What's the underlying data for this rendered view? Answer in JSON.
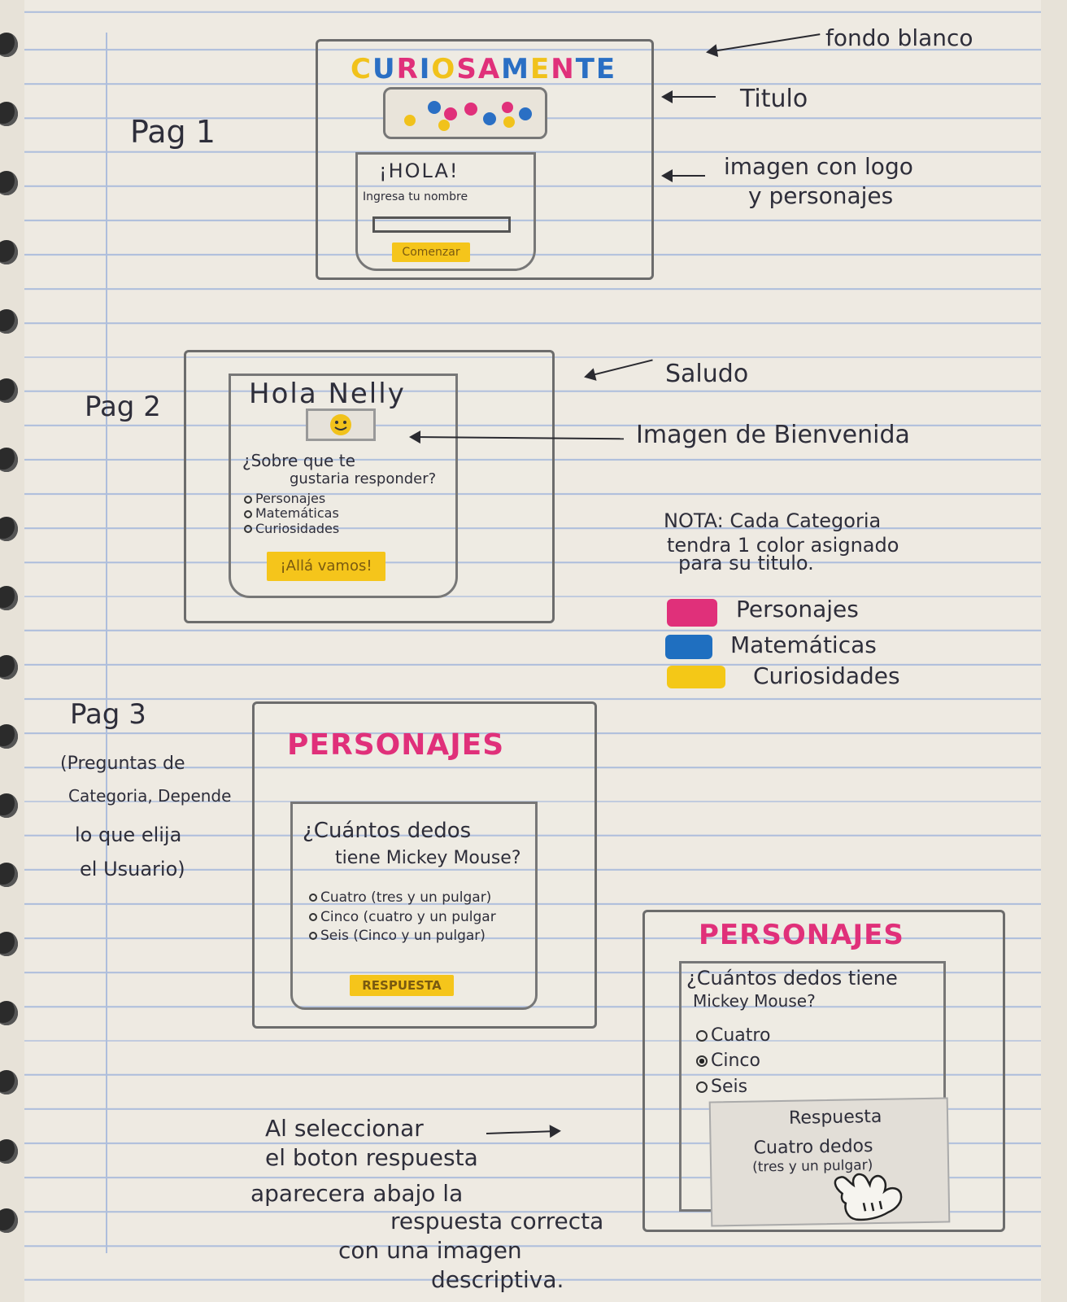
{
  "notes": {
    "fondo": "fondo blanco",
    "titulo": "Titulo",
    "imagen_logo": [
      "imagen con logo",
      "y personajes"
    ],
    "saludo": "Saludo",
    "imagen_bienvenida": "Imagen de Bienvenida",
    "nota": [
      "NOTA: Cada Categoria",
      "tendra 1 color asignado",
      "para su titulo."
    ],
    "legend": [
      {
        "label": "Personajes",
        "color": "#e0307a"
      },
      {
        "label": "Matemáticas",
        "color": "#1f6fc0"
      },
      {
        "label": "Curiosidades",
        "color": "#f4c817"
      }
    ],
    "pag3_desc": [
      "(Preguntas de",
      "Categoria, Depende",
      "lo que elija",
      "el Usuario)"
    ],
    "footer": [
      "Al seleccionar",
      "el boton respuesta",
      "aparecera abajo la",
      "respuesta correcta",
      "con una imagen",
      "descriptiva."
    ]
  },
  "page_labels": {
    "p1": "Pag 1",
    "p2": "Pag 2",
    "p3": "Pag 3"
  },
  "page1": {
    "title": "CURIOSAMENTE",
    "title_colors": [
      "#f1c21b",
      "#2a6fc4",
      "#e0307a",
      "#2a6fc4",
      "#f1c21b",
      "#e0307a",
      "#e0307a",
      "#2a6fc4",
      "#f1c21b",
      "#e0307a",
      "#2a6fc4",
      "#2a6fc4"
    ],
    "greeting": "¡HOLA!",
    "prompt": "Ingresa tu nombre",
    "button": "Comenzar"
  },
  "page2": {
    "greeting": "Hola Nelly",
    "question": [
      "¿Sobre que te",
      "gustaria responder?"
    ],
    "options": [
      "Personajes",
      "Matemáticas",
      "Curiosidades"
    ],
    "button": "¡Allá vamos!"
  },
  "page3": {
    "title": "PERSONAJES",
    "question": [
      "¿Cuántos dedos",
      "tiene Mickey Mouse?"
    ],
    "options": [
      "Cuatro (tres y un pulgar)",
      "Cinco (cuatro y un pulgar",
      "Seis (Cinco y un pulgar)"
    ],
    "button": "RESPUESTA"
  },
  "page4": {
    "title": "PERSONAJES",
    "question": [
      "¿Cuántos dedos tiene",
      "Mickey Mouse?"
    ],
    "options": [
      "Cuatro",
      "Cinco",
      "Seis"
    ],
    "selected_index": 1,
    "answer_title": "Respuesta",
    "answer": [
      "Cuatro dedos",
      "(tres y un pulgar)"
    ]
  }
}
